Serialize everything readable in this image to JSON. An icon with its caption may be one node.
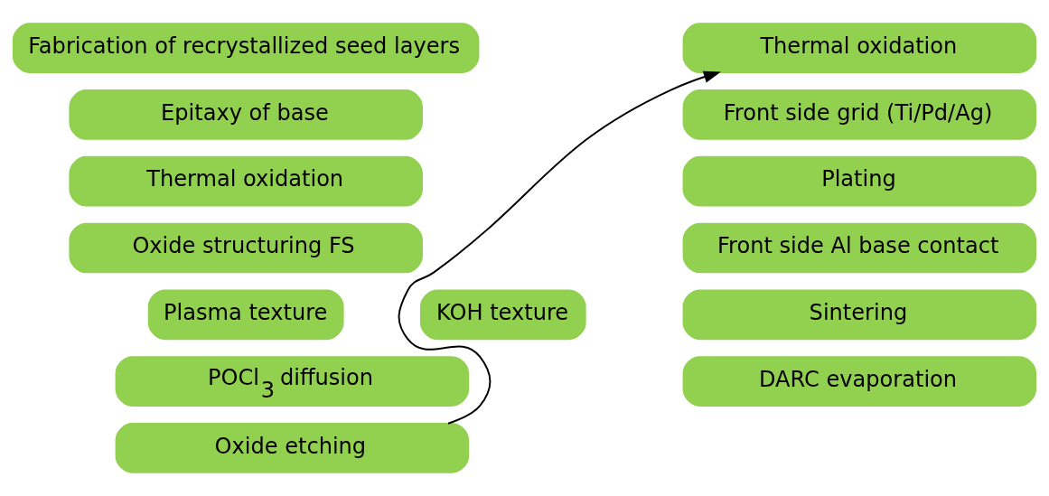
{
  "diagram": {
    "nodes": [
      {
        "text": [
          "Fabrication of recrystallized seed layers"
        ]
      },
      {
        "text": [
          "Epitaxy of base"
        ]
      },
      {
        "text": [
          "Thermal oxidation"
        ]
      },
      {
        "text": [
          "Oxide structuring FS"
        ]
      },
      {
        "text": [
          "Plasma texture"
        ]
      },
      {
        "text": [
          "KOH texture"
        ]
      },
      {
        "text": [
          "POCl$_{3}$ diffusion"
        ]
      },
      {
        "text": [
          "Oxide etching"
        ]
      },
      {
        "text": [
          "Thermal oxidation"
        ]
      },
      {
        "text": [
          "Front side grid (Ti/Pd/Ag)"
        ]
      },
      {
        "text": [
          "Plating"
        ]
      },
      {
        "text": [
          "Front side Al base contact"
        ]
      },
      {
        "text": [
          "Sintering"
        ]
      },
      {
        "text": [
          "DARC evaporation"
        ]
      }
    ],
    "edges": [
      {
        "from": 7,
        "to": 8,
        "arrow": "to"
      }
    ]
  }
}
